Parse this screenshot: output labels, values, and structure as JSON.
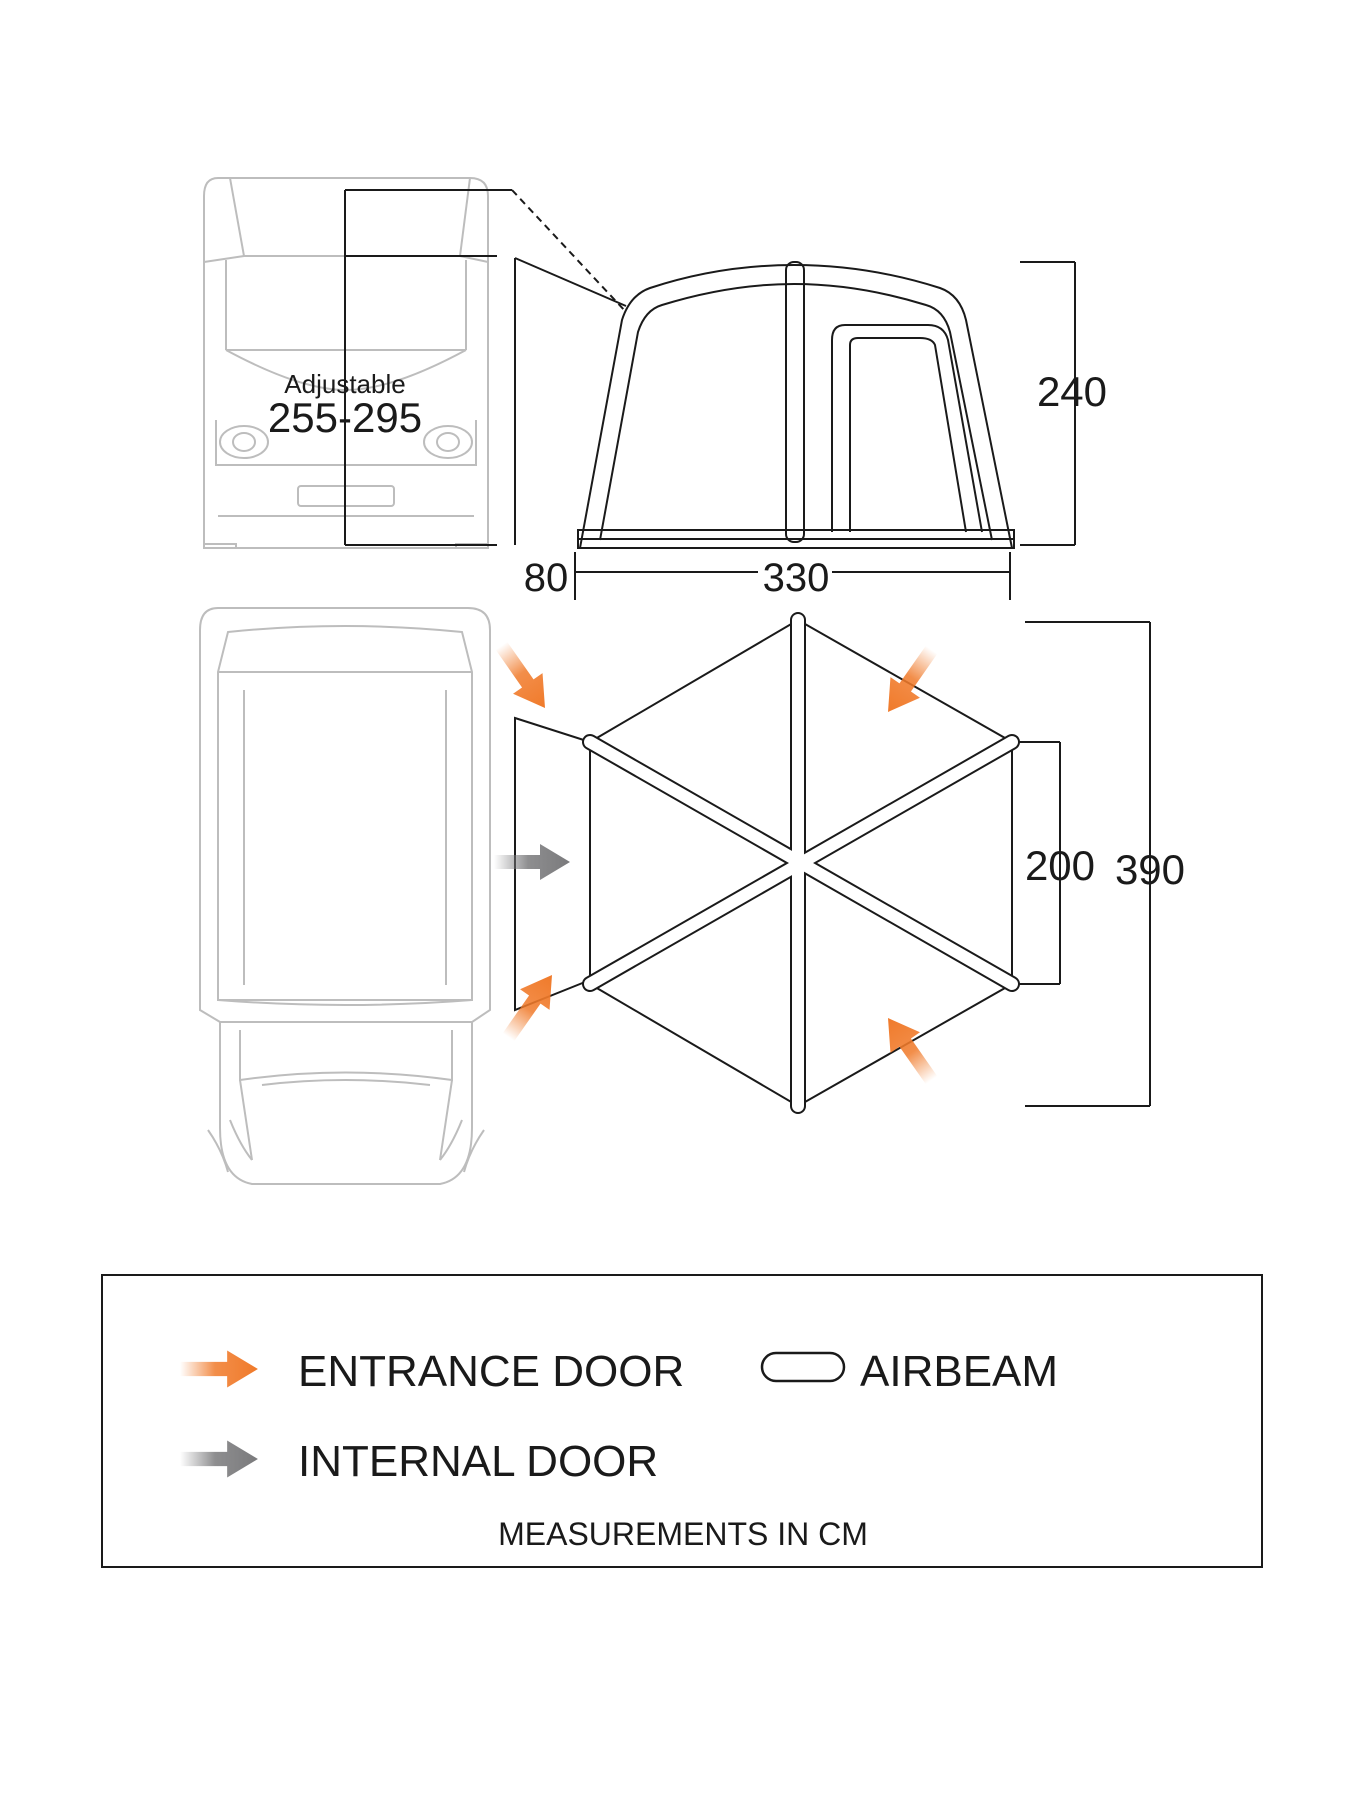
{
  "side_view": {
    "adjustable_label": "Adjustable",
    "adjustable_range": "255-295",
    "height": "240",
    "offset": "80",
    "width": "330"
  },
  "plan_view": {
    "inner_depth": "200",
    "total_depth": "390"
  },
  "legend": {
    "entrance_door": "ENTRANCE DOOR",
    "internal_door": "INTERNAL DOOR",
    "airbeam": "AIRBEAM",
    "note": "MEASUREMENTS IN CM"
  },
  "colors": {
    "entrance_arrow": "#f07a2a",
    "internal_arrow": "#7a7a7c",
    "vehicle_outline": "#bdbdbd",
    "line": "#1a1a1a"
  }
}
